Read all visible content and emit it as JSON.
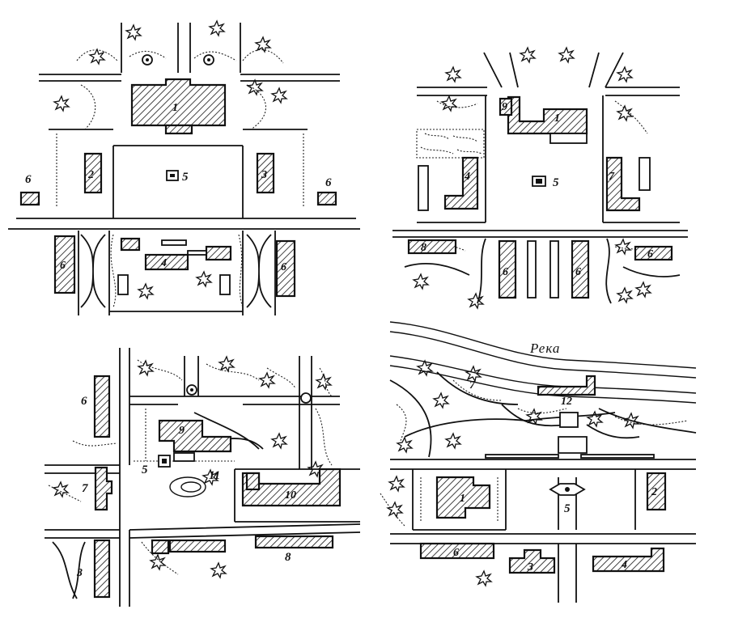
{
  "river_label": "Река",
  "labels": {
    "p1": {
      "b1": "1",
      "b2": "2",
      "b3": "3",
      "b4": "4",
      "sq": "5",
      "l6": "6",
      "r6": "6",
      "bl6": "6",
      "br6": "6"
    },
    "p2": {
      "b1": "1",
      "sq": "5",
      "b4": "4",
      "b7": "7",
      "bot6a": "6",
      "bot6b": "6",
      "bot8": "8",
      "right6": "6",
      "b9": "9"
    },
    "p3": {
      "b6": "6",
      "b7": "7",
      "b5": "5",
      "b11": "11",
      "b10": "10",
      "b9": "9",
      "b3": "3",
      "b8": "8"
    },
    "p4": {
      "b12": "12",
      "b1": "1",
      "b2": "2",
      "sq": "5",
      "b6": "6",
      "b3": "3",
      "b4": "4",
      "b7": "7"
    }
  }
}
